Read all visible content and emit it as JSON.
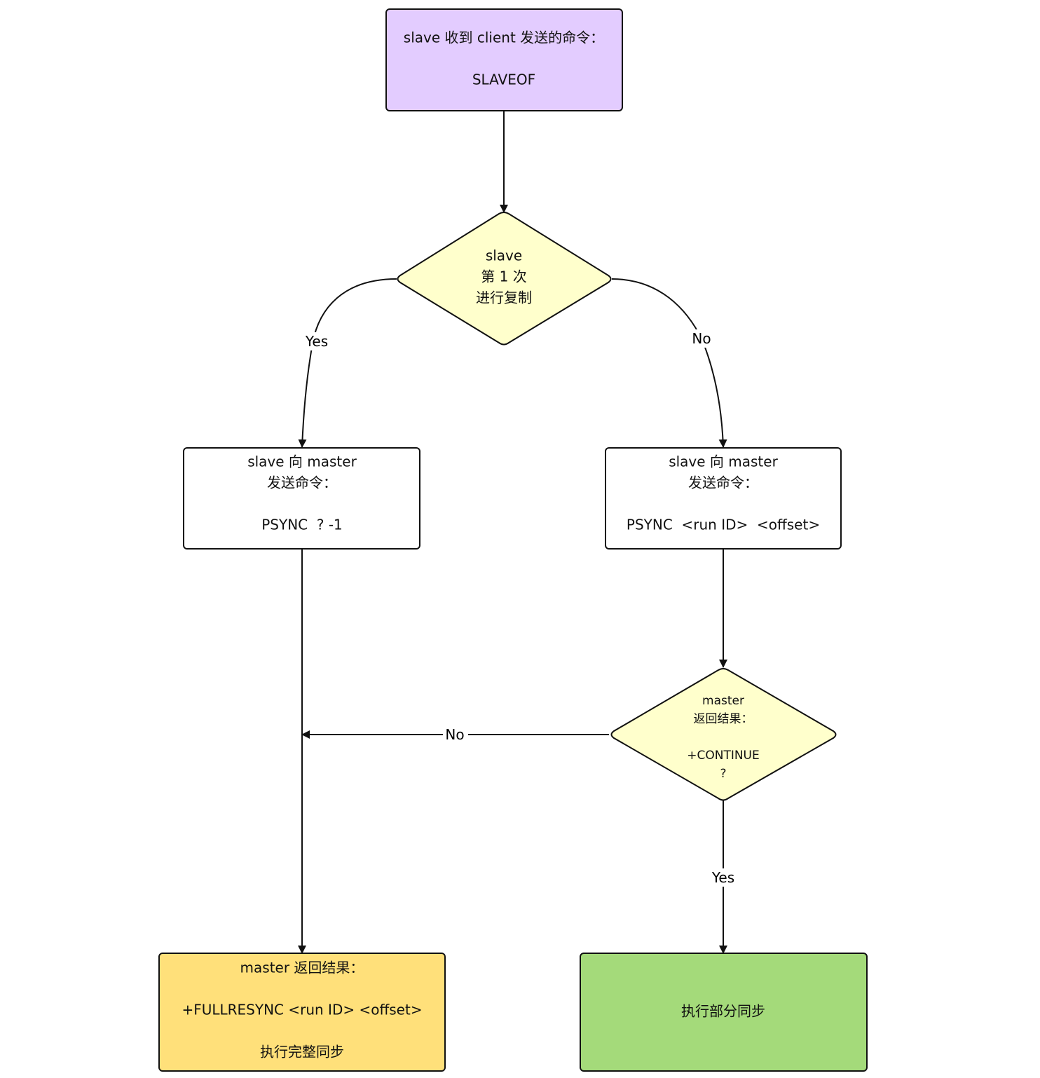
{
  "nodes": {
    "start": {
      "lines": [
        "slave 收到 client 发送的命令：",
        "",
        "SLAVEOF"
      ],
      "fill": "#e3ccff"
    },
    "decision_first": {
      "lines": [
        "slave",
        "第 1 次",
        "进行复制"
      ],
      "fill": "#ffffcc"
    },
    "psync_full": {
      "lines": [
        "slave 向 master",
        "发送命令：",
        "",
        "PSYNC  ? -1"
      ],
      "fill": "#ffffff"
    },
    "psync_partial": {
      "lines": [
        "slave 向 master",
        "发送命令：",
        "",
        "PSYNC  <run ID>  <offset>"
      ],
      "fill": "#ffffff"
    },
    "decision_continue": {
      "lines": [
        "master",
        "返回结果：",
        "",
        "+CONTINUE",
        "?"
      ],
      "fill": "#ffffcc"
    },
    "full_result": {
      "lines": [
        "master 返回结果：",
        "",
        "+FULLRESYNC <run ID> <offset>",
        "",
        "执行完整同步"
      ],
      "fill": "#ffe07a"
    },
    "partial_result": {
      "lines": [
        "执行部分同步"
      ],
      "fill": "#a4da7a"
    }
  },
  "edge_labels": {
    "first_yes": "Yes",
    "first_no": "No",
    "continue_no": "No",
    "continue_yes": "Yes"
  },
  "colors": {
    "stroke": "#111111"
  }
}
